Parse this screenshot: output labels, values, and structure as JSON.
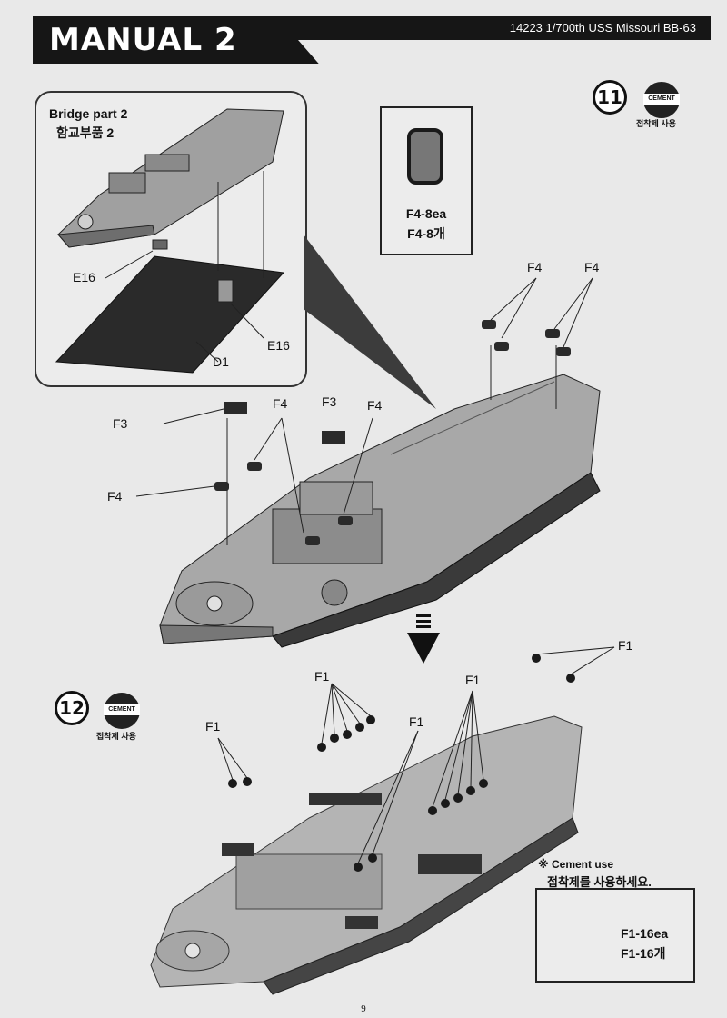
{
  "header": {
    "title": "MANUAL 2",
    "model": "14223 1/700th USS Missouri BB-63"
  },
  "inset": {
    "title_en": "Bridge part 2",
    "title_ko": "함교부품 2",
    "labels": {
      "e16_left": "E16",
      "e16_right": "E16",
      "d1": "D1"
    }
  },
  "part_box": {
    "qty_en": "F4-8ea",
    "qty_ko": "F4-8개"
  },
  "step11": {
    "number": "11",
    "cement_badge": "CEMENT",
    "cement_text": "접착제 사용",
    "labels": {
      "f4_top_left": "F4",
      "f4_top_right": "F4",
      "f3_left": "F3",
      "f4_mid_a": "F4",
      "f3_mid": "F3",
      "f4_mid_b": "F4",
      "f4_left": "F4"
    }
  },
  "step12": {
    "number": "12",
    "cement_badge": "CEMENT",
    "cement_text": "접착제 사용",
    "labels": {
      "f1_top_right": "F1",
      "f1_a": "F1",
      "f1_b": "F1",
      "f1_left": "F1",
      "f1_mid": "F1"
    }
  },
  "cement_note": {
    "en": "※ Cement use",
    "ko": "접착제를 사용하세요."
  },
  "f1_box": {
    "qty_en": "F1-16ea",
    "qty_ko": "F1-16개"
  },
  "page_number": "9",
  "colors": {
    "header_bg": "#161616",
    "paper": "#e9e9e9",
    "hull": "#a8a8a8",
    "deck_dark": "#3a3a3a"
  }
}
